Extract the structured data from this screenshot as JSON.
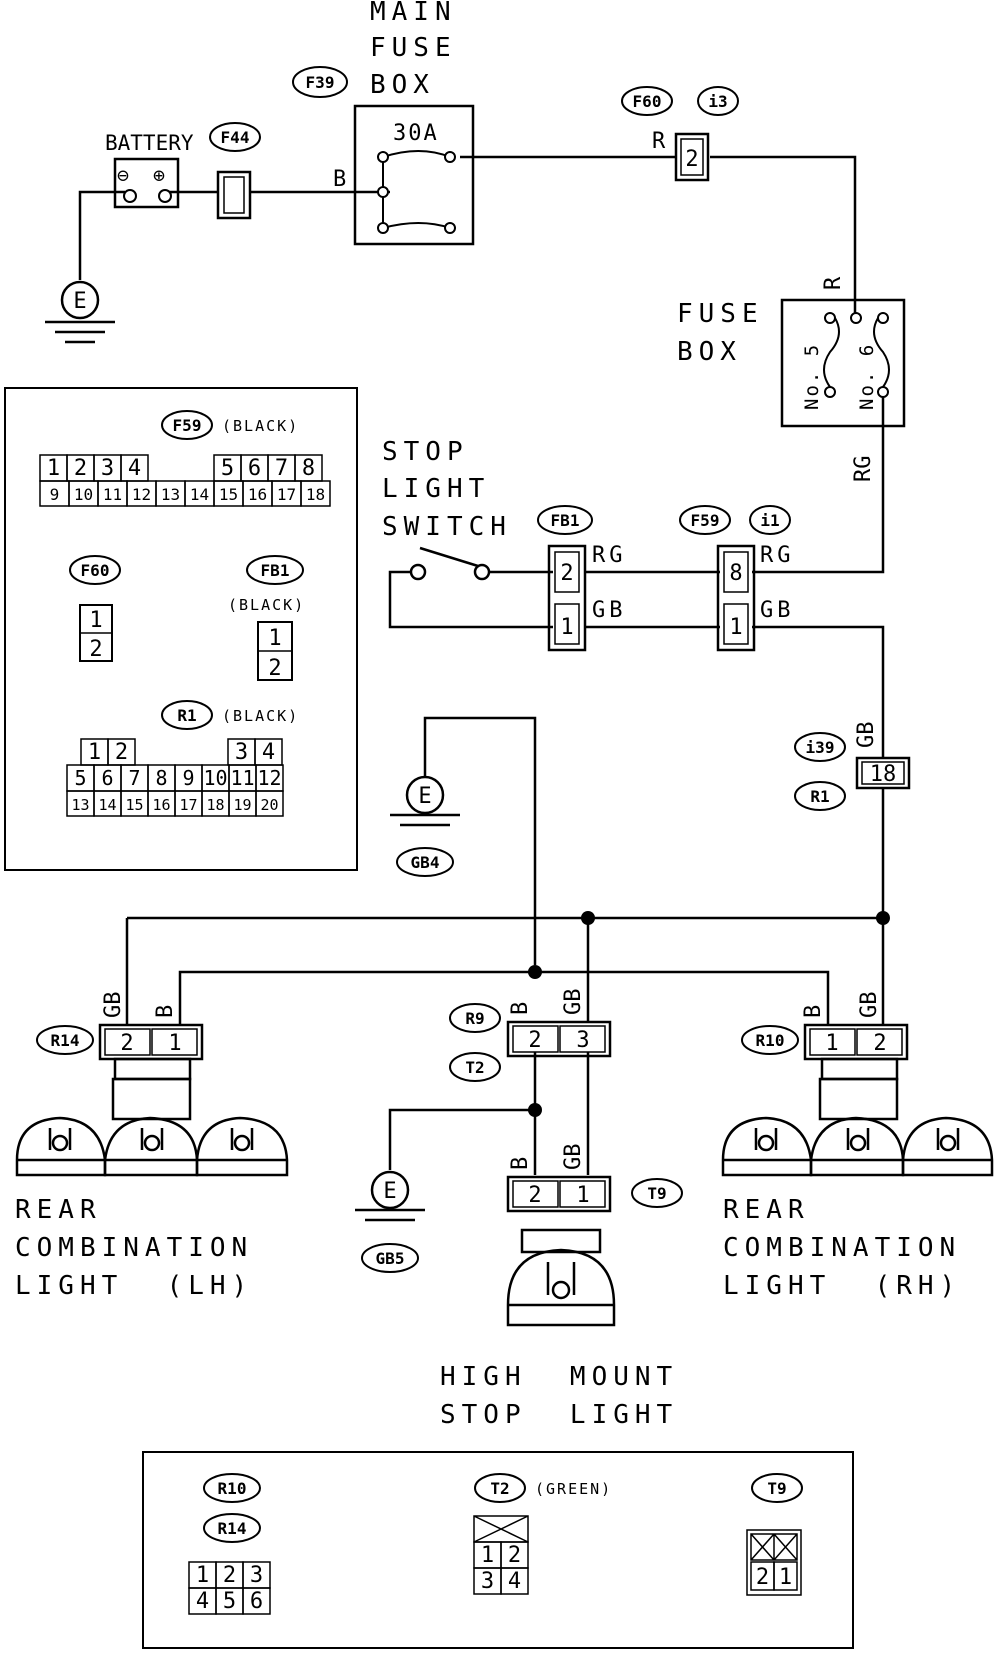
{
  "components": {
    "main_fuse_box": {
      "line1": "MAIN",
      "line2": "FUSE",
      "line3": "BOX",
      "tag": "F39",
      "rating": "30A"
    },
    "battery": {
      "label": "BATTERY",
      "neg": "⊖",
      "pos": "⊕"
    },
    "f44_tag": "F44",
    "fuse_box": {
      "line1": "FUSE",
      "line2": "BOX",
      "fuse5": "No. 5",
      "fuse6": "No. 6"
    },
    "stop_light_switch": {
      "line1": "STOP",
      "line2": "LIGHT",
      "line3": "SWITCH"
    },
    "rear_combination_lh": {
      "line1": "REAR",
      "line2": "COMBINATION",
      "line3": "LIGHT  (LH)"
    },
    "rear_combination_rh": {
      "line1": "REAR",
      "line2": "COMBINATION",
      "line3": "LIGHT  (RH)"
    },
    "high_mount": {
      "line1": "HIGH  MOUNT",
      "line2": "STOP  LIGHT"
    },
    "ground_symbol": "E"
  },
  "wires": {
    "B": "B",
    "R": "R",
    "RG": "RG",
    "GB": "GB"
  },
  "tags": {
    "F60": "F60",
    "i3": "i3",
    "FB1": "FB1",
    "F59": "F59",
    "i1": "i1",
    "i39": "i39",
    "R1": "R1",
    "GB4": "GB4",
    "GB5": "GB5",
    "R9": "R9",
    "T2": "T2",
    "R14": "R14",
    "R10": "R10",
    "T9": "T9"
  },
  "pins": {
    "p1": "1",
    "p2": "2",
    "p3": "3",
    "p8": "8",
    "p18": "18"
  },
  "legend_top": {
    "f59_note": "(BLACK)",
    "f59_row1": [
      "1",
      "2",
      "3",
      "4",
      "5",
      "6",
      "7",
      "8"
    ],
    "f59_row2": [
      "9",
      "10",
      "11",
      "12",
      "13",
      "14",
      "15",
      "16",
      "17",
      "18"
    ],
    "fb1_note": "(BLACK)",
    "r1_note": "(BLACK)",
    "r1_row1": [
      "1",
      "2",
      "3",
      "4"
    ],
    "r1_row2": [
      "5",
      "6",
      "7",
      "8",
      "9",
      "10",
      "11",
      "12"
    ],
    "r1_row3": [
      "13",
      "14",
      "15",
      "16",
      "17",
      "18",
      "19",
      "20"
    ]
  },
  "legend_bottom": {
    "t2_note": "(GREEN)",
    "r_row1": [
      "1",
      "2",
      "3"
    ],
    "r_row2": [
      "4",
      "5",
      "6"
    ],
    "t2_row1": [
      "1",
      "2"
    ],
    "t2_row2": [
      "3",
      "4"
    ],
    "t9_row": [
      "2",
      "1"
    ]
  }
}
